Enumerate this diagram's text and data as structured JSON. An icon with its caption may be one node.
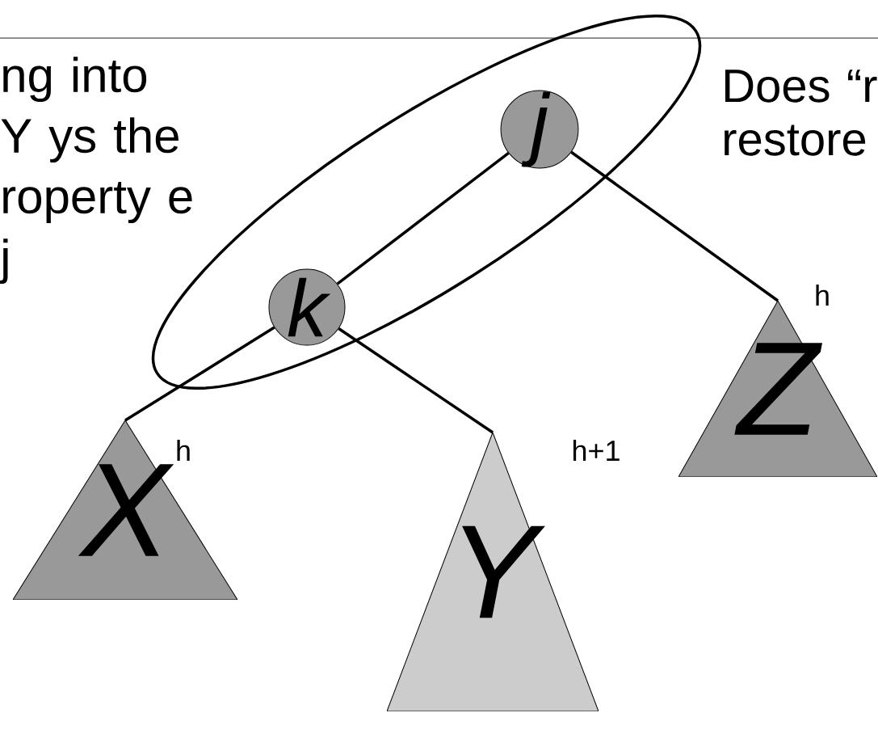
{
  "diagram": {
    "nodes": [
      {
        "text": [],
        "shape": "ellipse"
      },
      {
        "text": [
          "j"
        ],
        "in": 0
      },
      {
        "text": [
          "k"
        ],
        "in": 0
      },
      {
        "text": [
          "X"
        ],
        "beside": [
          "h"
        ]
      },
      {
        "text": [
          "Y"
        ],
        "beside": [
          "h+1"
        ]
      },
      {
        "text": [
          "Z"
        ],
        "beside": [
          "h"
        ]
      }
    ],
    "edges": [
      {
        "from": 1,
        "to": 2,
        "arrow": "none"
      },
      {
        "from": 1,
        "to": 5,
        "arrow": "none"
      },
      {
        "from": 2,
        "to": 3,
        "arrow": "none"
      },
      {
        "from": 2,
        "to": 4,
        "arrow": "none"
      }
    ],
    "labels": [
      "ng into Y ys the roperty e j",
      "Does “r restore"
    ]
  }
}
